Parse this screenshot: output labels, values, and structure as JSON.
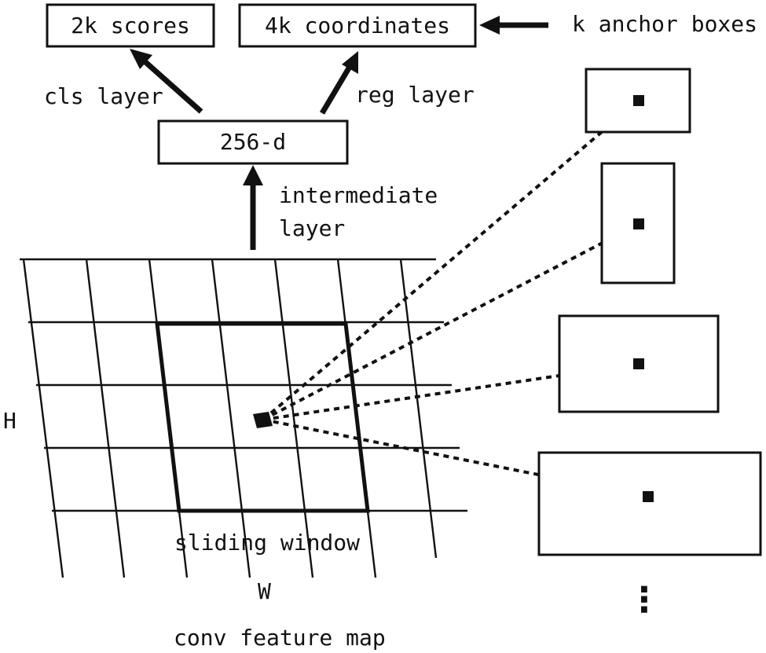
{
  "labels": {
    "scores": "2k scores",
    "coordinates": "4k coordinates",
    "anchor_boxes": "k anchor boxes",
    "cls_layer": "cls layer",
    "reg_layer": "reg layer",
    "feature_256d": "256-d",
    "intermediate_line1": "intermediate",
    "intermediate_line2": "layer",
    "sliding_window": "sliding window",
    "axis_h": "H",
    "axis_w": "W",
    "feature_map": "conv feature map",
    "ellipsis": "⋮"
  },
  "anchor_box_count_shown": 4,
  "colors": {
    "ink": "#111111",
    "background": "#ffffff"
  }
}
